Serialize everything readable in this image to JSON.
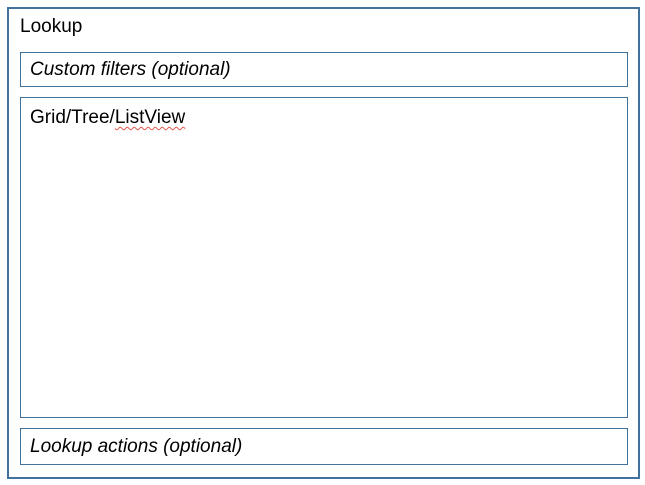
{
  "title": "Lookup",
  "custom_filters_box": {
    "label": "Custom filters (optional)"
  },
  "grid_box": {
    "label_prefix": "Grid/Tree/",
    "label_flagged": "ListView"
  },
  "lookup_actions_box": {
    "label": "Lookup actions (optional)"
  },
  "colors": {
    "border": "#41719C",
    "text": "#000000",
    "background": "#FFFFFF",
    "spellcheck_underline": "#E2574C"
  }
}
